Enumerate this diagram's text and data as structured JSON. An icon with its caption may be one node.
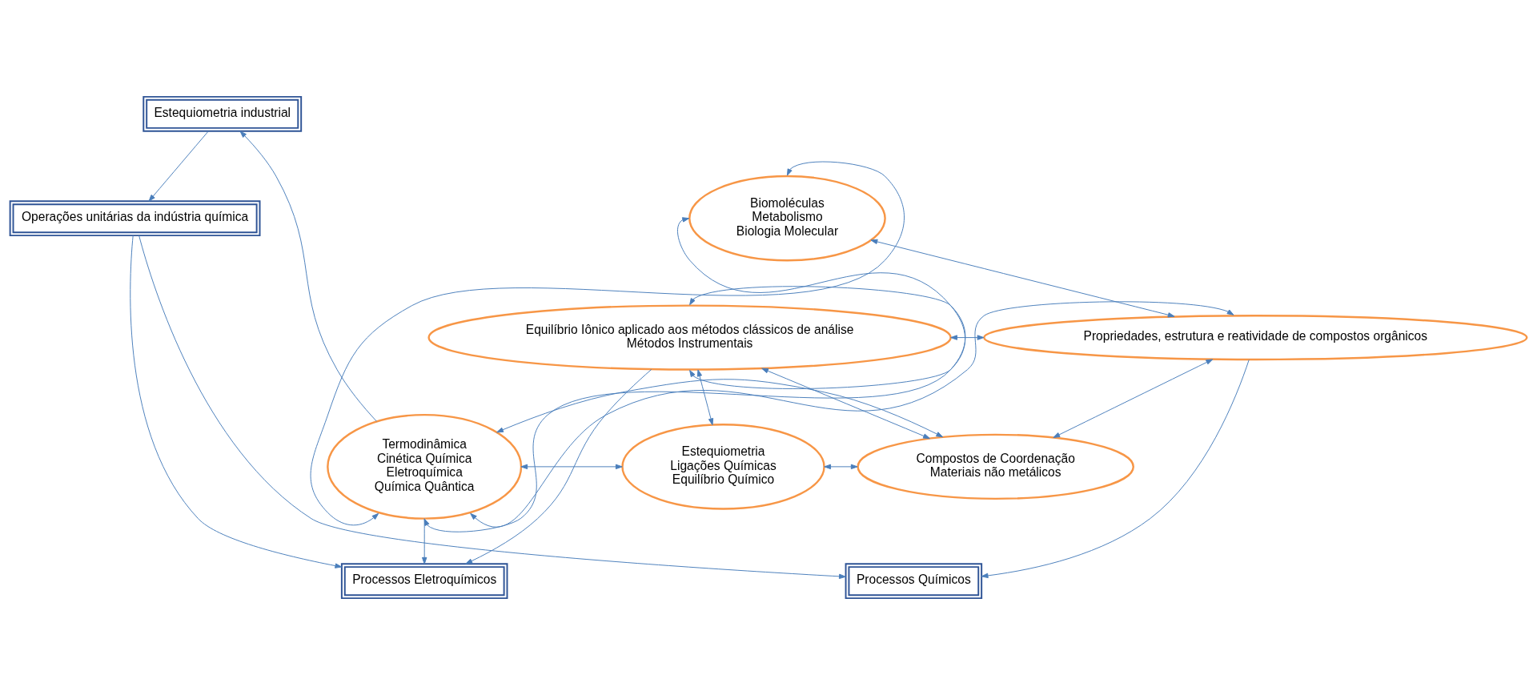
{
  "diagram": {
    "nodes": [
      {
        "text": [
          "Estequiometria industrial"
        ]
      },
      {
        "text": [
          "Operações unitárias da indústria química"
        ]
      },
      {
        "text": [
          "Processos Químicos"
        ]
      },
      {
        "text": [
          "Processos Eletroquímicos"
        ]
      },
      {
        "text": [
          "Termodinâmica",
          "Cinética Química",
          "Eletroquímica",
          "Química Quântica"
        ]
      },
      {
        "text": [
          "Estequiometria",
          "Ligações Químicas",
          "Equilíbrio Químico"
        ]
      },
      {
        "text": [
          "Compostos de Coordenação",
          "Materiais não metálicos"
        ]
      },
      {
        "text": [
          "Equilíbrio Iônico aplicado aos métodos clássicos de análise",
          "Métodos Instrumentais"
        ]
      },
      {
        "text": [
          "Propriedades, estrutura e reatividade de compostos orgânicos"
        ]
      },
      {
        "text": [
          "Biomoléculas",
          "Metabolismo",
          "Biologia Molecular"
        ]
      }
    ],
    "edges": [
      {
        "from": 4,
        "to": 0,
        "arrow": "to"
      },
      {
        "from": 0,
        "to": 1,
        "arrow": "to"
      },
      {
        "from": 1,
        "to": 2,
        "arrow": "to"
      },
      {
        "from": 1,
        "to": 3,
        "arrow": "to"
      },
      {
        "from": 4,
        "to": 5,
        "arrow": "both"
      },
      {
        "from": 5,
        "to": 6,
        "arrow": "both"
      },
      {
        "from": 4,
        "to": 6,
        "arrow": "both"
      },
      {
        "from": 4,
        "to": 3,
        "arrow": "to"
      },
      {
        "from": 4,
        "to": 7,
        "arrow": "both"
      },
      {
        "from": 7,
        "to": 3,
        "arrow": "to"
      },
      {
        "from": 7,
        "to": 5,
        "arrow": "both"
      },
      {
        "from": 4,
        "to": 8,
        "arrow": "both"
      },
      {
        "from": 4,
        "to": 9,
        "arrow": "both"
      },
      {
        "from": 7,
        "to": 6,
        "arrow": "both"
      },
      {
        "from": 7,
        "to": 8,
        "arrow": "both"
      },
      {
        "from": 7,
        "to": 9,
        "arrow": "both"
      },
      {
        "from": 9,
        "to": 8,
        "arrow": "both"
      },
      {
        "from": 6,
        "to": 8,
        "arrow": "both"
      },
      {
        "from": 8,
        "to": 2,
        "arrow": "to"
      }
    ]
  }
}
